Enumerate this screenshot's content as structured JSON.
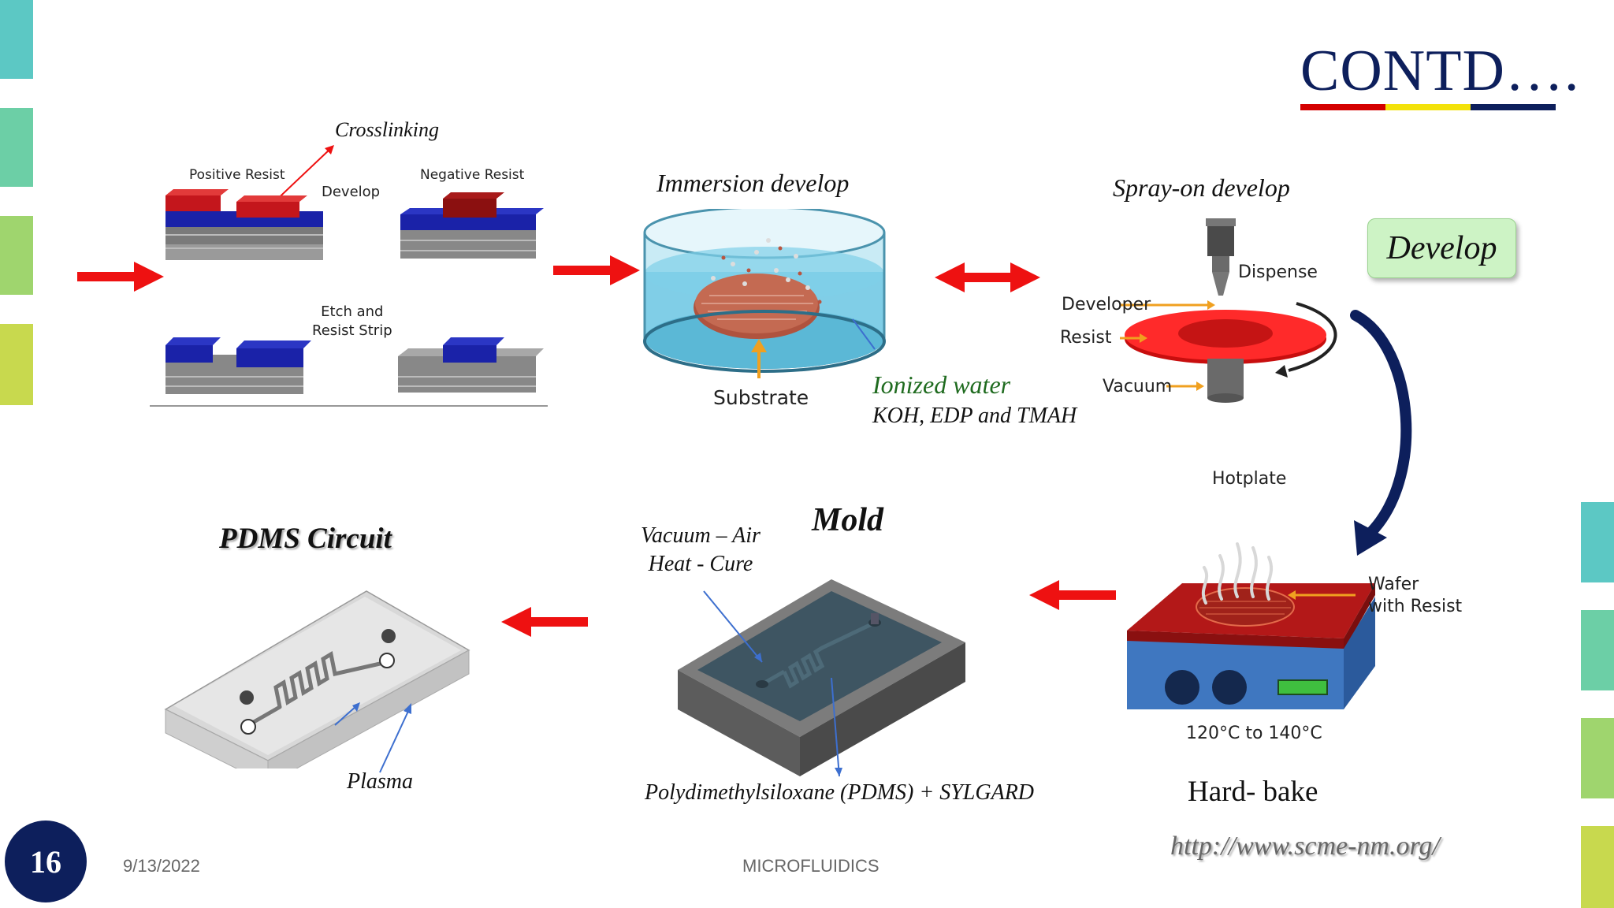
{
  "slide": {
    "title": "CONTD….",
    "title_color": "#0d1f5c",
    "underline_colors": [
      "#d40000",
      "#f3e20a",
      "#0d1f5c"
    ],
    "page_number": "16",
    "date": "9/13/2022",
    "footer_center": "MICROFLUIDICS",
    "url": "http://www.scme-nm.org/",
    "side_bar_colors": [
      "#5cc8c4",
      "#6ccfa6",
      "#9fd56e",
      "#c8d94e"
    ],
    "arrow_color": "#ee1111"
  },
  "develop_panel": {
    "crosslinking": "Crosslinking",
    "positive_resist": "Positive Resist",
    "negative_resist": "Negative Resist",
    "develop": "Develop",
    "etch_strip": "Etch and\nResist Strip"
  },
  "immersion": {
    "title": "Immersion develop",
    "substrate": "Substrate",
    "ionized_water": "Ionized water",
    "chemicals": "KOH, EDP and TMAH"
  },
  "spray": {
    "title": "Spray-on develop",
    "dispense": "Dispense",
    "developer": "Developer",
    "resist": "Resist",
    "vacuum": "Vacuum"
  },
  "develop_badge": {
    "label": "Develop"
  },
  "hotplate": {
    "title": "Hotplate",
    "wafer": "Wafer\nwith Resist",
    "temperature": "120°C to 140°C",
    "caption": "Hard- bake"
  },
  "mold": {
    "title": "Mold",
    "process": "Vacuum – Air\nHeat - Cure",
    "material": "Polydimethylsiloxane (PDMS) + SYLGARD"
  },
  "pdms": {
    "title": "PDMS Circuit",
    "plasma": "Plasma"
  }
}
